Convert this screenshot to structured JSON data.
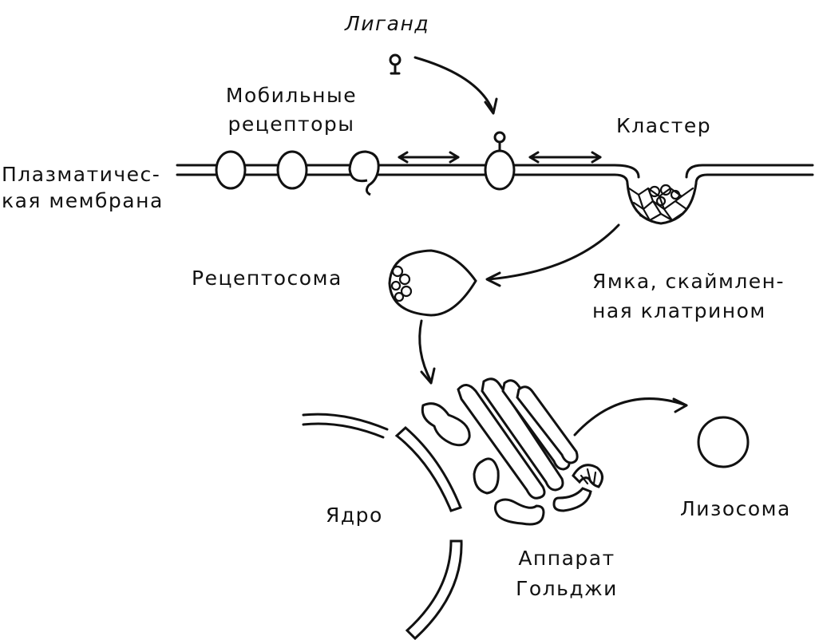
{
  "labels": {
    "ligand": "Лиганд",
    "mobile_receptors_1": "Мобильные",
    "mobile_receptors_2": "рецепторы",
    "cluster": "Кластер",
    "plasma_membrane_1": "Плазматичес-",
    "plasma_membrane_2": "кая мембрана",
    "receptosome": "Рецептосома",
    "coated_pit_1": "Ямка, скаймлен-",
    "coated_pit_2": "ная клатрином",
    "nucleus": "Ядро",
    "lysosome": "Лизосома",
    "golgi_1": "Аппарат",
    "golgi_2": "Гольджи"
  }
}
